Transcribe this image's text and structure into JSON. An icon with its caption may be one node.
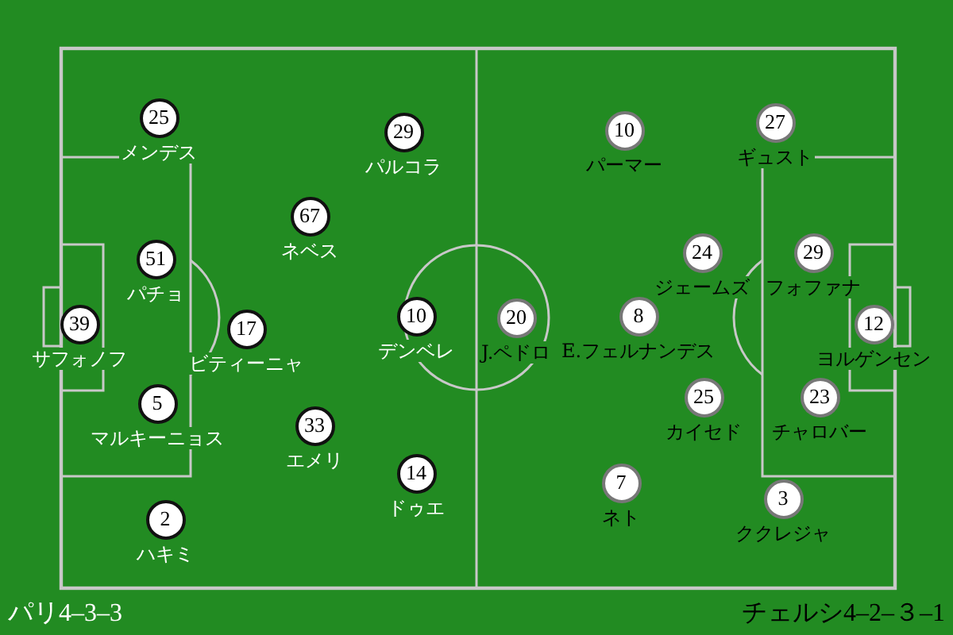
{
  "diagram": {
    "nodes": [
      {
        "text": [
          "39"
        ],
        "beside": [
          "サフォノフ"
        ]
      },
      {
        "text": [
          "25"
        ],
        "beside": [
          "メンデス"
        ]
      },
      {
        "text": [
          "51"
        ],
        "beside": [
          "パチョ"
        ]
      },
      {
        "text": [
          "5"
        ],
        "beside": [
          "マルキーニョス"
        ]
      },
      {
        "text": [
          "2"
        ],
        "beside": [
          "ハキミ"
        ]
      },
      {
        "text": [
          "67"
        ],
        "beside": [
          "ネベス"
        ]
      },
      {
        "text": [
          "17"
        ],
        "beside": [
          "ビティーニャ"
        ]
      },
      {
        "text": [
          "33"
        ],
        "beside": [
          "エメリ"
        ]
      },
      {
        "text": [
          "29"
        ],
        "beside": [
          "パルコラ"
        ]
      },
      {
        "text": [
          "10"
        ],
        "beside": [
          "デンベレ"
        ]
      },
      {
        "text": [
          "14"
        ],
        "beside": [
          "ドゥエ"
        ]
      },
      {
        "text": [
          "20"
        ],
        "beside": [
          "J.ペドロ"
        ]
      },
      {
        "text": [
          "8"
        ],
        "beside": [
          "E.フェルナンデス"
        ]
      },
      {
        "text": [
          "10"
        ],
        "beside": [
          "パーマー"
        ]
      },
      {
        "text": [
          "7"
        ],
        "beside": [
          "ネト"
        ]
      },
      {
        "text": [
          "24"
        ],
        "beside": [
          "ジェームズ"
        ]
      },
      {
        "text": [
          "25"
        ],
        "beside": [
          "カイセド"
        ]
      },
      {
        "text": [
          "27"
        ],
        "beside": [
          "ギュスト"
        ]
      },
      {
        "text": [
          "29"
        ],
        "beside": [
          "フォファナ"
        ]
      },
      {
        "text": [
          "23"
        ],
        "beside": [
          "チャロバー"
        ]
      },
      {
        "text": [
          "3"
        ],
        "beside": [
          "ククレジャ"
        ]
      },
      {
        "text": [
          "12"
        ],
        "beside": [
          "ヨルゲンセン"
        ]
      }
    ],
    "labels": [
      "パリ4–3–3",
      "チェルシ4–2–３–1"
    ]
  }
}
